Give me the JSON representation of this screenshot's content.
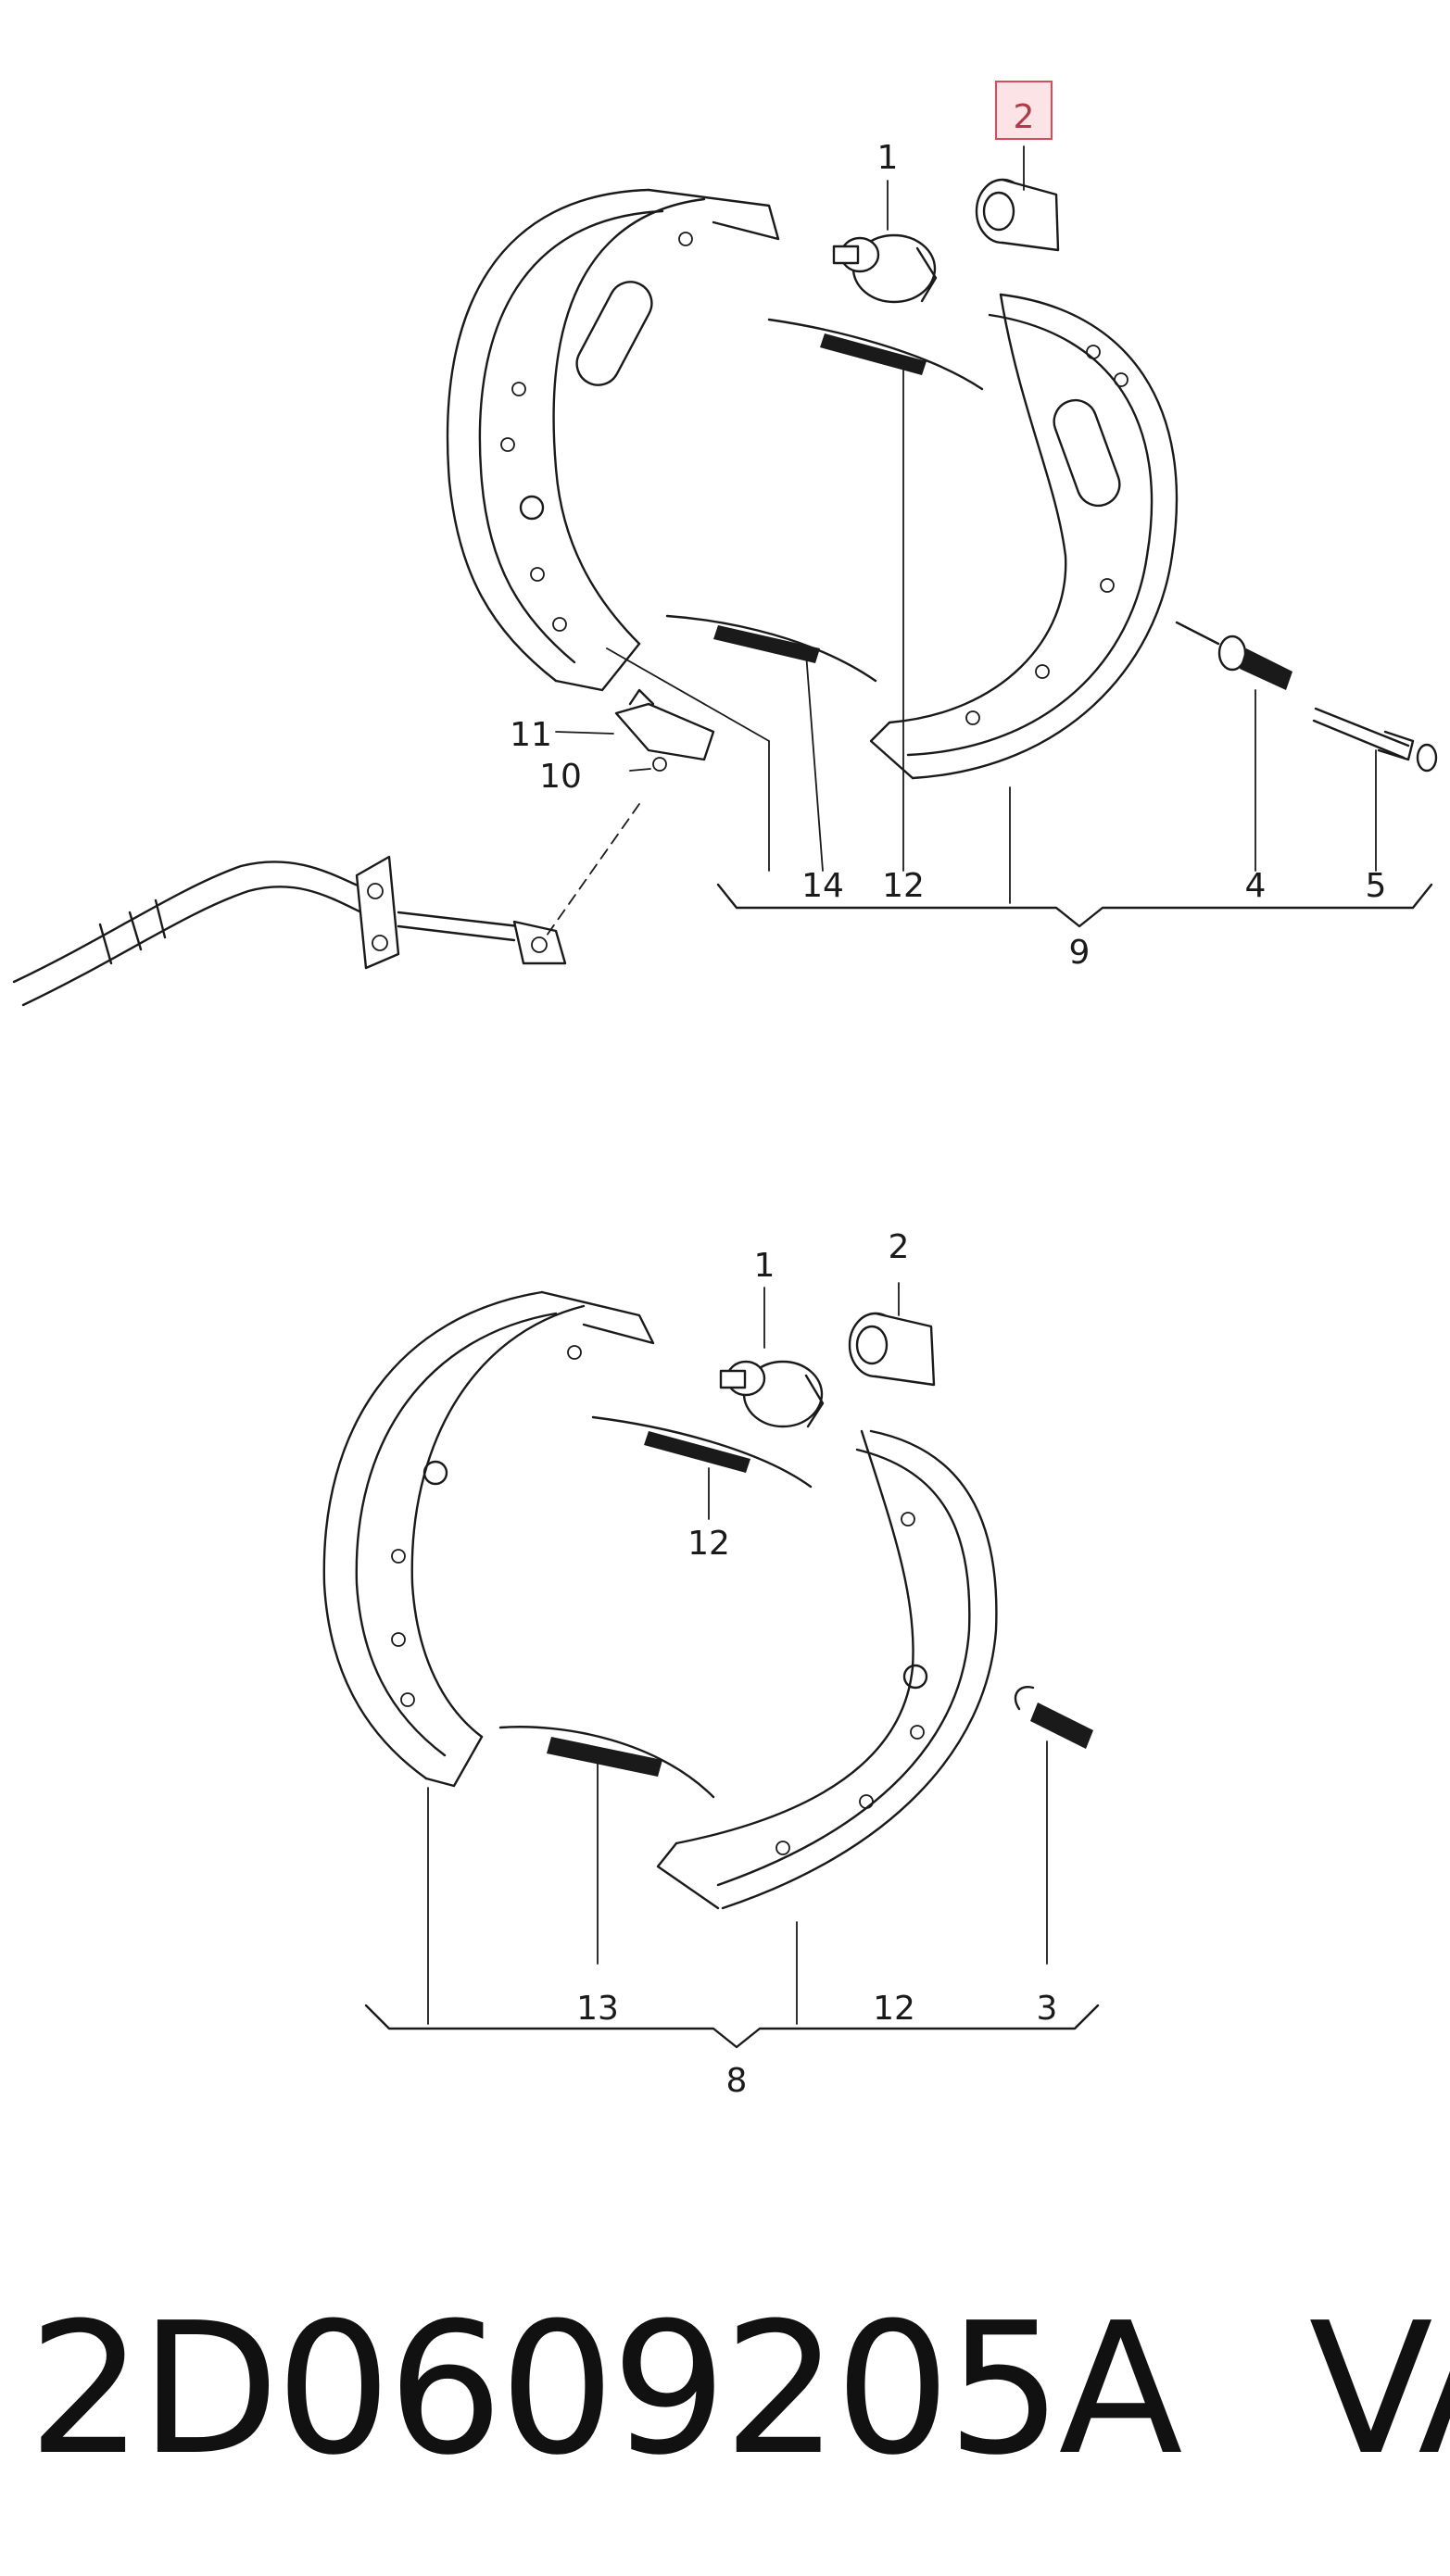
{
  "diagram": {
    "top": {
      "labels": {
        "p1": "1",
        "p2": "2",
        "p4": "4",
        "p5": "5",
        "p9": "9",
        "p10": "10",
        "p11": "11",
        "p12": "12",
        "p14": "14"
      },
      "highlighted": "2",
      "highlight_color": "#d94a5a"
    },
    "bottom": {
      "labels": {
        "p1": "1",
        "p2": "2",
        "p3": "3",
        "p8": "8",
        "p12a": "12",
        "p12b": "12",
        "p13": "13"
      }
    }
  },
  "footer": {
    "part_number": "2D0609205A",
    "brand": "VAG"
  }
}
